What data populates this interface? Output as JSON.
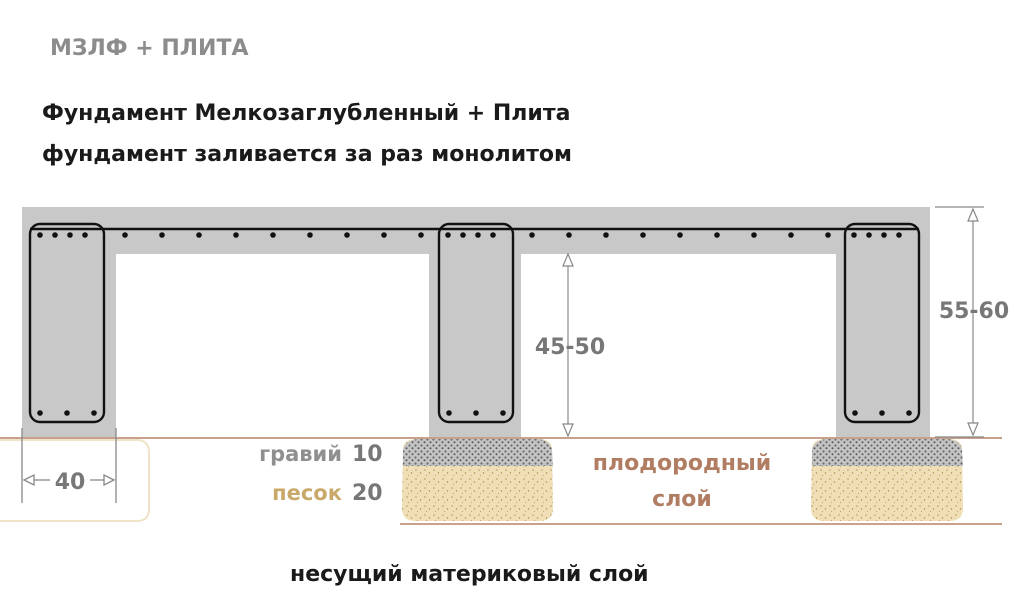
{
  "title": "МЗЛФ + ПЛИТА",
  "heading": {
    "line1": "Фундамент Мелкозаглубленный + Плита",
    "line2": "фундамент заливается за раз монолитом"
  },
  "dimensions": {
    "total_height": "55-60",
    "inner_height": "45-50",
    "width": "40"
  },
  "layers": {
    "gravel_label": "гравий",
    "gravel_value": "10",
    "sand_label": "песок",
    "sand_value": "20",
    "soil_line1": "плодородный",
    "soil_line2": "слой",
    "bearing": "несущий материковый слой"
  },
  "colors": {
    "concrete": "#c8c8c8",
    "rebar": "#111111",
    "ground_line": "#c9a08a",
    "sand": "#f0dfb6",
    "gravel": "#bfbfbf",
    "dimension": "#777777"
  }
}
